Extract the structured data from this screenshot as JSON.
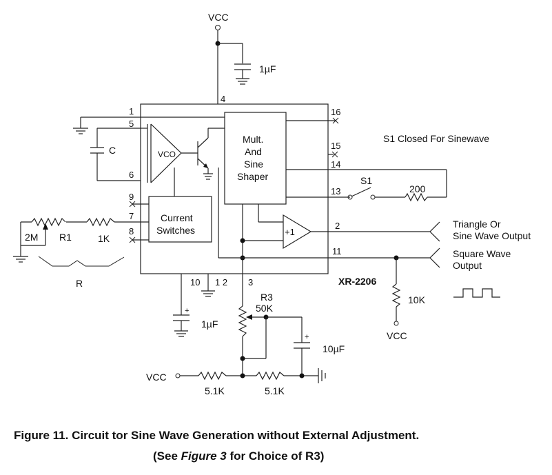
{
  "labels": {
    "vcc_top": "VCC",
    "cap_top": "1µF",
    "pin1": "1",
    "pin4": "4",
    "pin5": "5",
    "pin6": "6",
    "pin9": "9",
    "pin7": "7",
    "pin8": "8",
    "pin16": "16",
    "pin15": "15",
    "pin14": "14",
    "pin13": "13",
    "pin2": "2",
    "pin11": "11",
    "pin10": "10",
    "pin12": "1 2",
    "pin3": "3",
    "cap_c": "C",
    "vco": "VCO",
    "mult_line1": "Mult.",
    "mult_line2": "And",
    "mult_line3": "Sine",
    "mult_line4": "Shaper",
    "current_line1": "Current",
    "current_line2": "Switches",
    "buffer": "+1",
    "s1_note": "S1 Closed For Sinewave",
    "switch_s1": "S1",
    "res_200": "200",
    "triangle_line1": "Triangle Or",
    "triangle_line2": "Sine Wave Output",
    "square_line1": "Square Wave",
    "square_line2": "Output",
    "chip_name": "XR-2206",
    "res_2m": "2M",
    "res_r1": "R1",
    "res_1k": "1K",
    "res_r": "R",
    "res_r3": "R3",
    "res_50k": "50K",
    "cap_1uf_bottom": "1µF",
    "cap_10uf": "10µF",
    "res_10k": "10K",
    "vcc_right": "VCC",
    "vcc_bottom": "VCC",
    "res_51k_left": "5.1K",
    "res_51k_right": "5.1K",
    "plus_1": "+",
    "plus_2": "+"
  },
  "caption": {
    "line1": "Figure 11.  Circuit tor Sine Wave Generation without External Adjustment.",
    "line2_prefix": "(See ",
    "line2_italic": "Figure 3",
    "line2_suffix": " for Choice of R3)"
  }
}
